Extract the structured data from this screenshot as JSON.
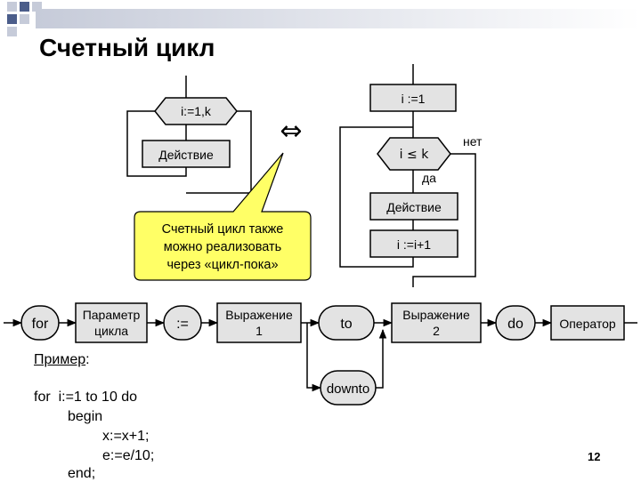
{
  "title": "Счетный цикл",
  "diagram": {
    "left": {
      "header": "i:=1,k",
      "action": "Действие"
    },
    "equivalence_symbol": "⇔",
    "callout": [
      "Счетный цикл также",
      "можно реализовать",
      "через «цикл-пока»"
    ],
    "right": {
      "init": "i :=1",
      "condition": "i ≤ k",
      "no_label": "нет",
      "yes_label": "да",
      "action": "Действие",
      "increment": "i :=i+1"
    }
  },
  "syntax": {
    "for": "for",
    "param_line1": "Параметр",
    "param_line2": "цикла",
    "assign": ":=",
    "expr1_line1": "Выражение",
    "expr1_line2": "1",
    "to": "to",
    "downto": "downto",
    "expr2_line1": "Выражение",
    "expr2_line2": "2",
    "do": "do",
    "operator": "Оператор"
  },
  "example": {
    "label": "Пример",
    "colon": ":",
    "lines": [
      "for  i:=1 to 10 do",
      "begin",
      "x:=x+1;",
      "e:=e/10;",
      "end;"
    ]
  },
  "page_number": "12",
  "colors": {
    "box_fill": "#e3e3e3",
    "callout_fill": "#ffff66",
    "square_dark": "#4b5d8a",
    "square_light": "#c6cbd9"
  }
}
